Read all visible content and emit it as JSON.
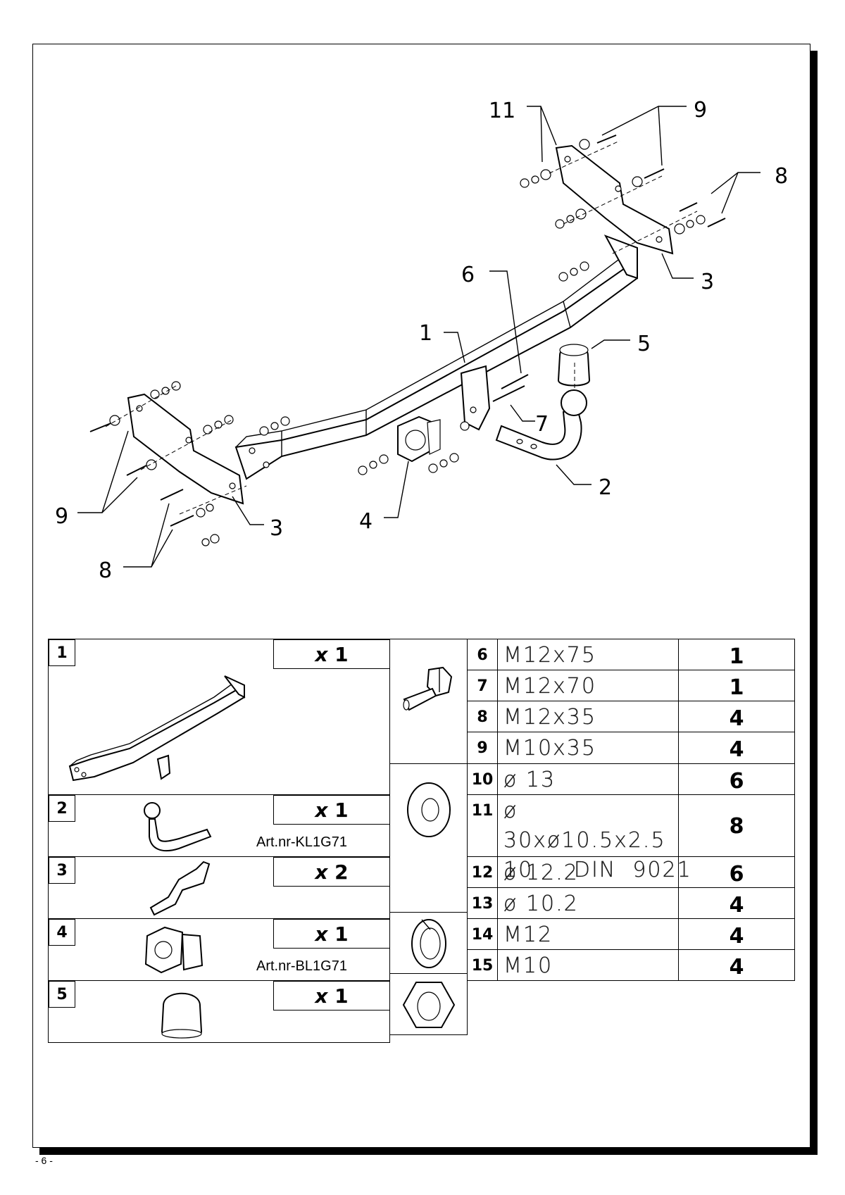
{
  "diagram": {
    "callouts": {
      "c1": "1",
      "c2": "2",
      "c3a": "3",
      "c3b": "3",
      "c4": "4",
      "c5": "5",
      "c6": "6",
      "c7": "7",
      "c8a": "8",
      "c8b": "8",
      "c9a": "9",
      "c9b": "9",
      "c11": "11"
    }
  },
  "parts_left": [
    {
      "num": "1",
      "qty_x": "x",
      "qty_n": "1",
      "art": ""
    },
    {
      "num": "2",
      "qty_x": "x",
      "qty_n": "1",
      "art": "Art.nr-KL1G71"
    },
    {
      "num": "3",
      "qty_x": "x",
      "qty_n": "2",
      "art": ""
    },
    {
      "num": "4",
      "qty_x": "x",
      "qty_n": "1",
      "art": "Art.nr-BL1G71"
    },
    {
      "num": "5",
      "qty_x": "x",
      "qty_n": "1",
      "art": ""
    }
  ],
  "parts_right": [
    {
      "num": "6",
      "spec": "M12x75",
      "qty": "1"
    },
    {
      "num": "7",
      "spec": "M12x70",
      "qty": "1"
    },
    {
      "num": "8",
      "spec": "M12x35",
      "qty": "4"
    },
    {
      "num": "9",
      "spec": "M10x35",
      "qty": "4"
    },
    {
      "num": "10",
      "spec": "ø 13",
      "qty": "6"
    },
    {
      "num": "11",
      "spec": "ø 30xø10.5x2.5",
      "spec2": "10     DIN  9021",
      "qty": "8"
    },
    {
      "num": "12",
      "spec": "ø 12.2",
      "qty": "6"
    },
    {
      "num": "13",
      "spec": "ø 10.2",
      "qty": "4"
    },
    {
      "num": "14",
      "spec": "M12",
      "qty": "4"
    },
    {
      "num": "15",
      "spec": "M10",
      "qty": "4"
    }
  ],
  "footer": {
    "page": "- 6 -"
  }
}
